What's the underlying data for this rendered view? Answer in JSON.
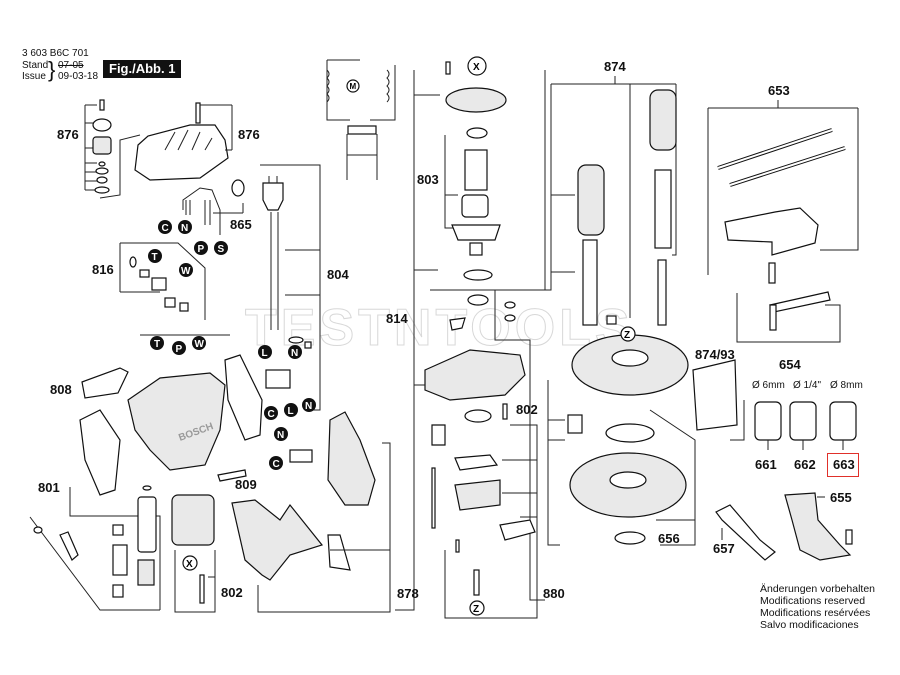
{
  "header": {
    "part_number": "3 603 B6C 701",
    "stand_label": "Stand",
    "stand_value": "07-05",
    "issue_label": "Issue",
    "issue_value": "09-03-18",
    "figure_label": "Fig./Abb. 1"
  },
  "watermark": "TESTNTOOLS",
  "part_labels": {
    "p876_left": "876",
    "p876_right": "876",
    "p865": "865",
    "p816": "816",
    "p804": "804",
    "p803": "803",
    "p814": "814",
    "p808": "808",
    "p809": "809",
    "p801": "801",
    "p802_bottom": "802",
    "p802_mid": "802",
    "p878": "878",
    "p880": "880",
    "p874": "874",
    "p874_93": "874/93",
    "p653": "653",
    "p654": "654",
    "p656": "656",
    "p657": "657",
    "p655": "655",
    "p661": "661",
    "p662": "662",
    "p663": "663"
  },
  "collets": [
    {
      "part": "661",
      "size": "Ø 6mm"
    },
    {
      "part": "662",
      "size": "Ø 1/4\""
    },
    {
      "part": "663",
      "size": "Ø 8mm",
      "highlighted": true
    }
  ],
  "highlight_color": "#e0302a",
  "wire_markers": [
    "C",
    "N",
    "P",
    "S",
    "T",
    "W",
    "T",
    "P",
    "W",
    "L",
    "N",
    "C",
    "L",
    "N",
    "N",
    "C"
  ],
  "reference_markers": [
    "X",
    "X",
    "Z",
    "Z"
  ],
  "motor_symbol": "M",
  "notes": [
    "Änderungen vorbehalten",
    "Modifications reserved",
    "Modifications resérvées",
    "Salvo modificaciones"
  ]
}
